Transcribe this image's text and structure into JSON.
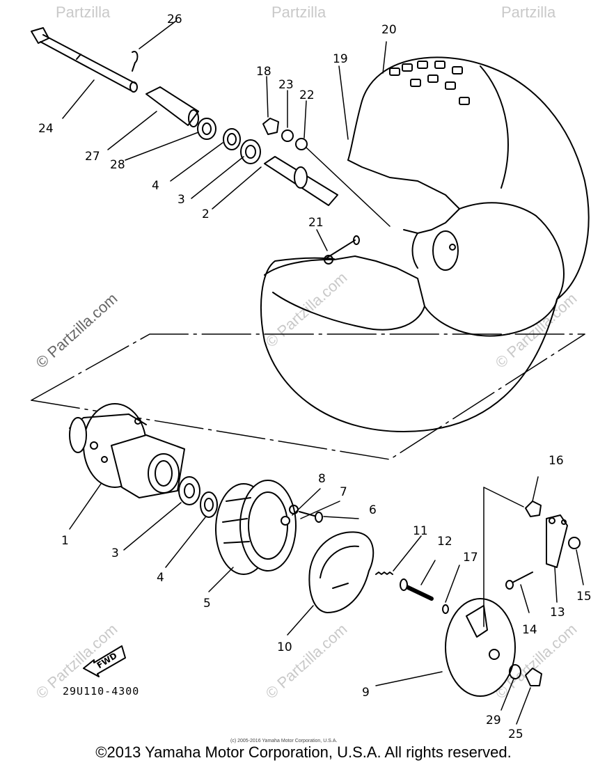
{
  "watermarks": {
    "brand": "Partzilla",
    "text": "© Partzilla.com"
  },
  "part_code": "29U110-4300",
  "direction_label": "FWD",
  "small_copyright": "(c) 2005-2016 Yamaha Motor Corporation, U.S.A.",
  "copyright": "©2013 Yamaha Motor Corporation, U.S.A. All rights reserved.",
  "callouts": [
    "26",
    "20",
    "18",
    "19",
    "23",
    "22",
    "24",
    "27",
    "28",
    "4",
    "3",
    "2",
    "21",
    "16",
    "8",
    "7",
    "6",
    "1",
    "3",
    "4",
    "5",
    "11",
    "12",
    "17",
    "15",
    "13",
    "10",
    "14",
    "9",
    "29",
    "25"
  ]
}
